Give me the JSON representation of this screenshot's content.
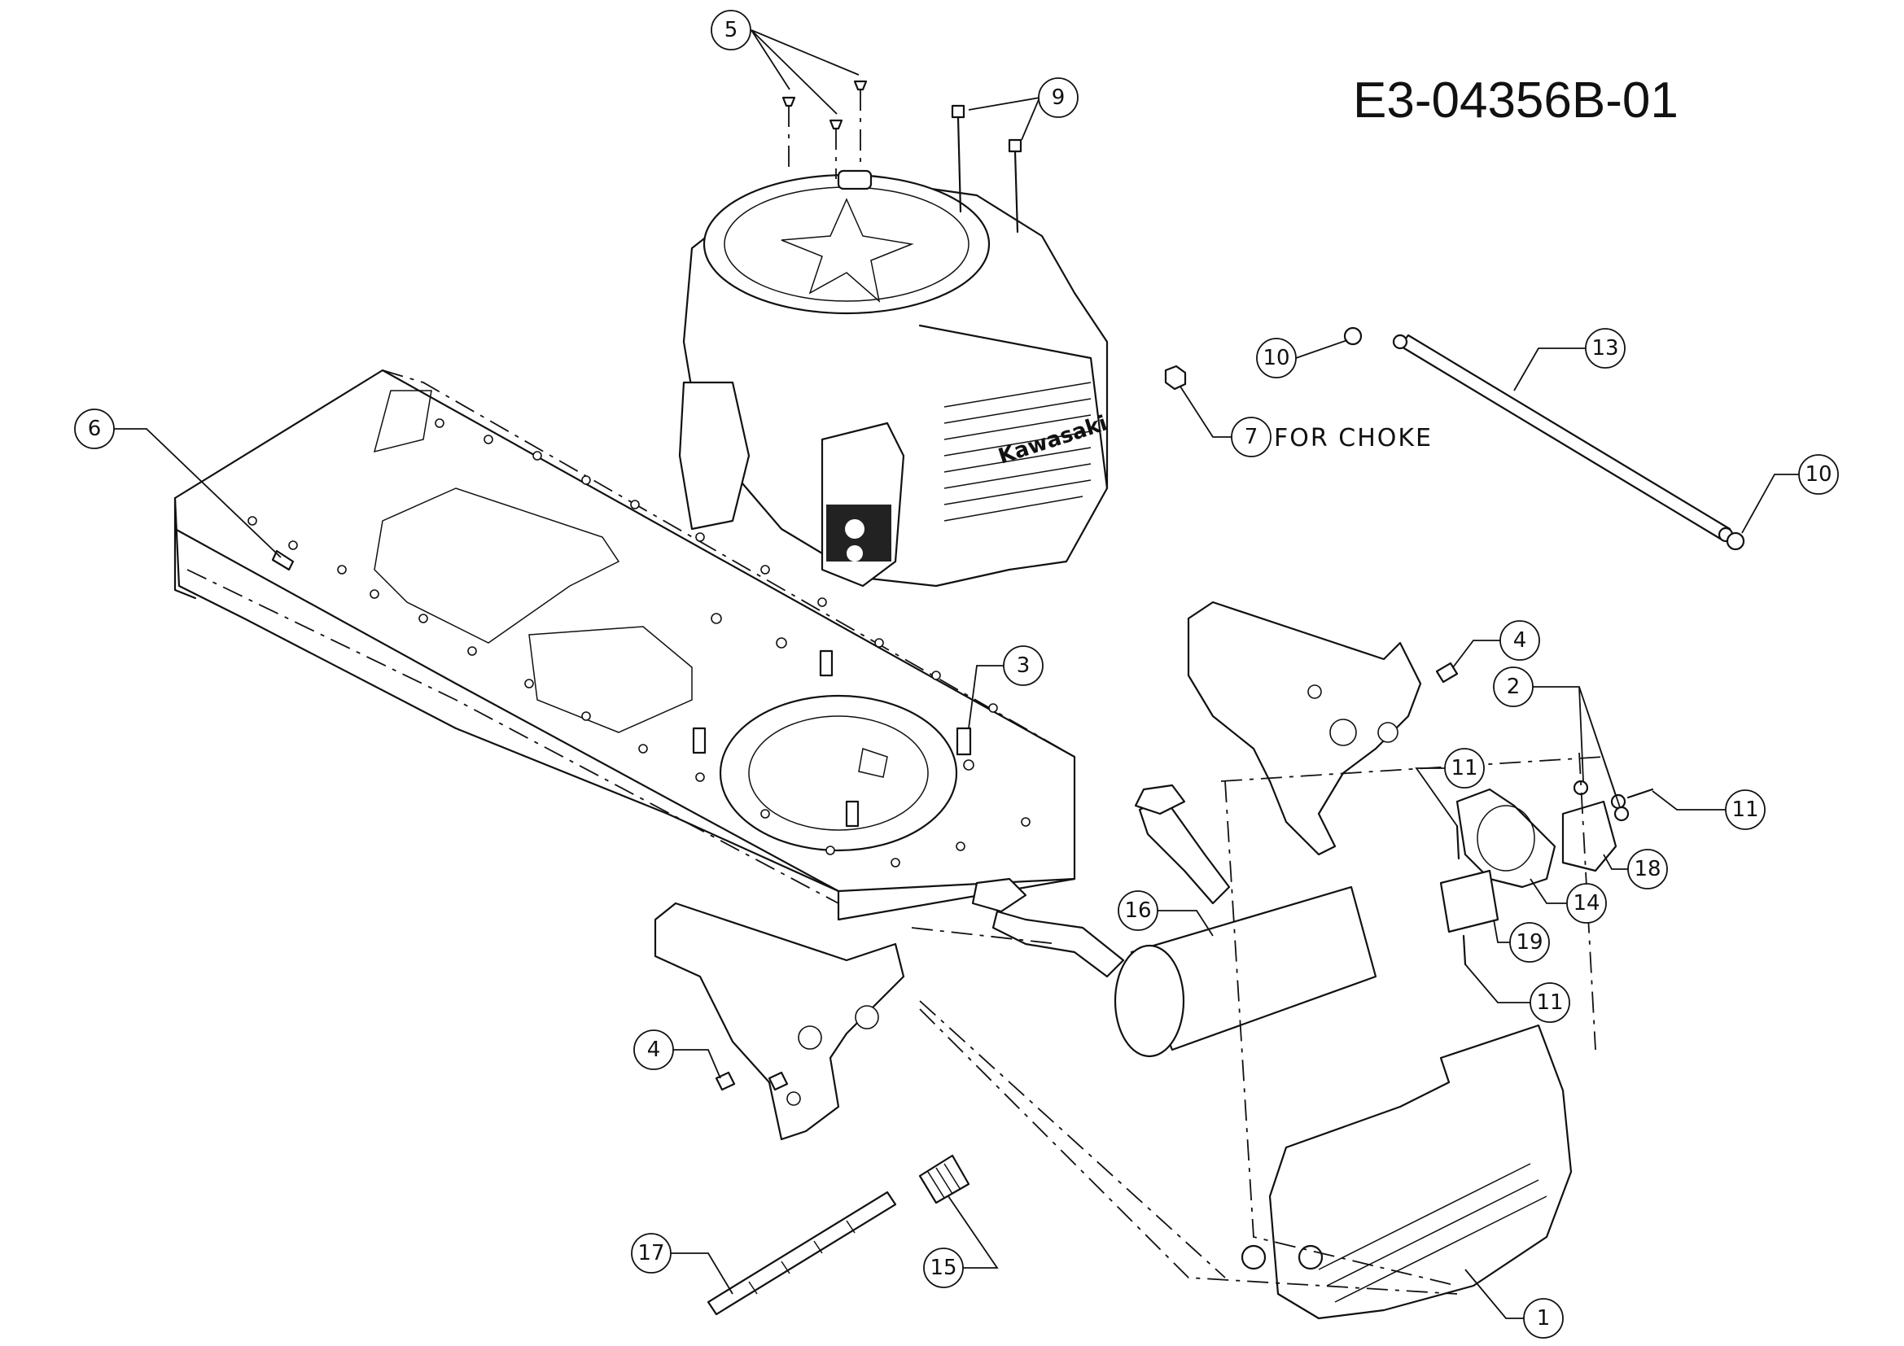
{
  "drawing_code": "E3-04356B-01",
  "choke_note": "FOR CHOKE",
  "engine_brand": "Kawasaki",
  "callouts": {
    "c5": "5",
    "c9": "9",
    "c10a": "10",
    "c10b": "10",
    "c13": "13",
    "c7": "7",
    "c6": "6",
    "c3": "3",
    "c4a": "4",
    "c4b": "4",
    "c2": "2",
    "c11a": "11",
    "c11b": "11",
    "c11c": "11",
    "c18": "18",
    "c14": "14",
    "c16": "16",
    "c19": "19",
    "c17": "17",
    "c15": "15",
    "c1": "1"
  }
}
